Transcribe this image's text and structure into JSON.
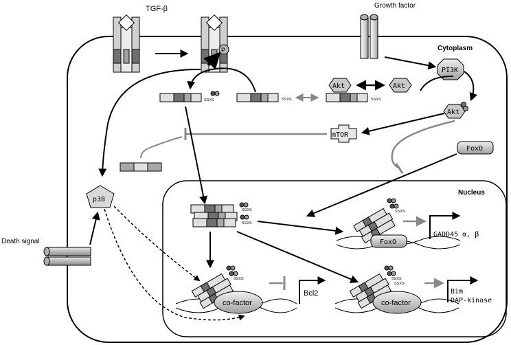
{
  "labels": {
    "tgf": "TGF-β",
    "growth_factor": "Growth factor",
    "cytoplasm": "Cytoplasm",
    "nucleus": "Nucleus",
    "pi3k": "PI3K",
    "akt_a": "Akt",
    "akt_b": "Akt",
    "akt_c": "Akt",
    "mtor": "mTOR",
    "foxo_cyto": "FoxO",
    "foxo_nuc": "FoxO",
    "p38": "p38",
    "death_signal": "Death signal",
    "cofactor_left": "co-factor",
    "cofactor_right": "co-factor",
    "bcl2": "Bcl2",
    "gadd45": "GADD45 α, β",
    "bim": "Bim",
    "dap_kinase": "DAP-kinase",
    "phospho": "P",
    "ssxs_1": "SSXS",
    "ssxs_2": "SSXS",
    "ssxs_3": "SSXS",
    "ssxs_4": "SSXS",
    "ssxs_5": "SSXS",
    "ssxs_6": "SSXS",
    "ssxs_7": "SSXS",
    "ssxs_8": "SSXS",
    "ssxs_9": "SSXS"
  },
  "colors": {
    "light_gray": "#e0e0e0",
    "mid_gray": "#a8a8a8",
    "dark_gray": "#707070",
    "line": "#000000",
    "inhibit": "#888888"
  }
}
